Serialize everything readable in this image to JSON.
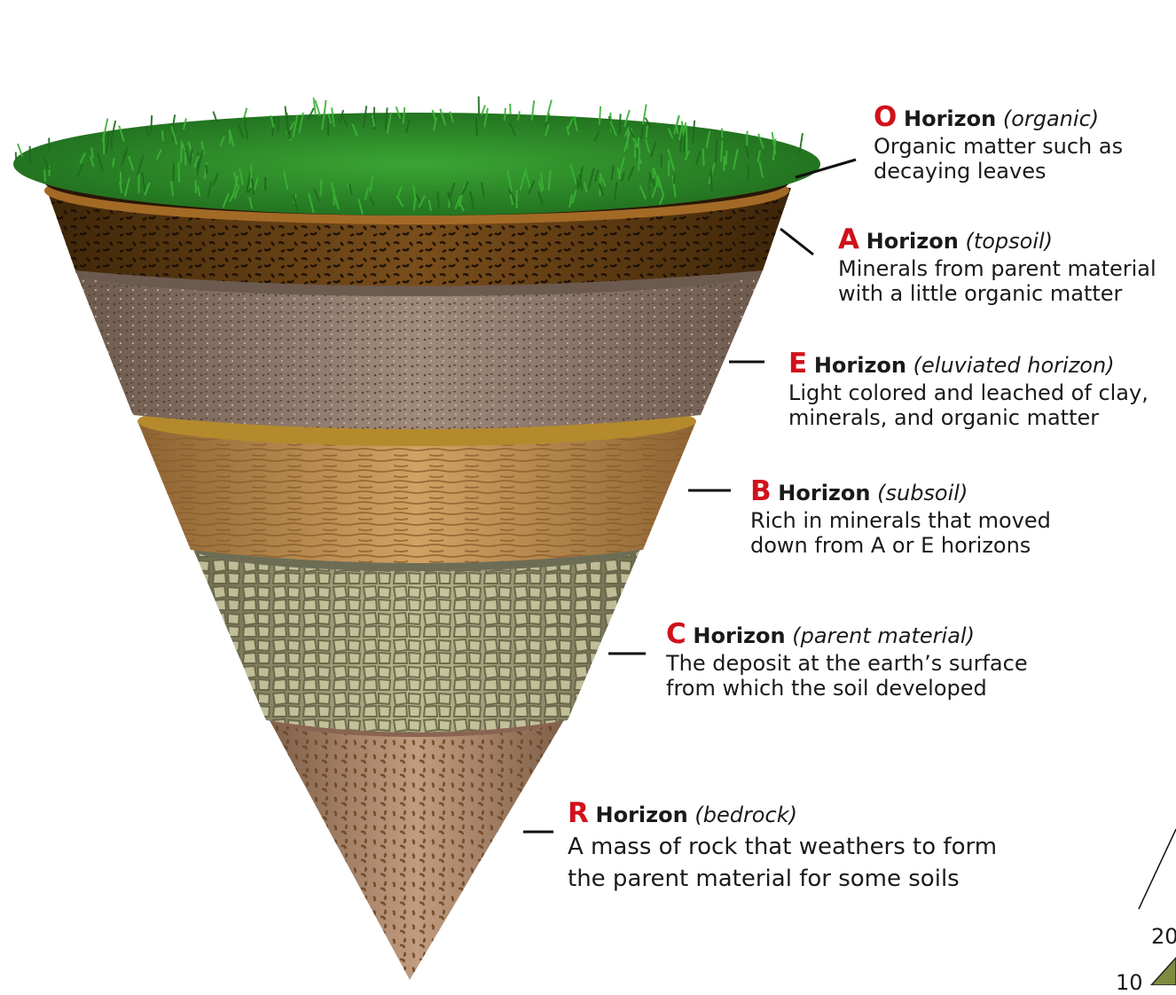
{
  "horizons": [
    {
      "letter": "O",
      "word": "Horizon",
      "type": "(organic)",
      "lines": [
        "Organic matter such as",
        "decaying leaves"
      ]
    },
    {
      "letter": "A",
      "word": "Horizon",
      "type": "(topsoil)",
      "lines": [
        "Minerals from parent material",
        "with a little organic matter"
      ]
    },
    {
      "letter": "E",
      "word": "Horizon",
      "type": "(eluviated horizon)",
      "lines": [
        "Light colored and leached of clay,",
        "minerals, and organic matter"
      ]
    },
    {
      "letter": "B",
      "word": "Horizon",
      "type": "(subsoil)",
      "lines": [
        "Rich in minerals that moved",
        "down from A or E horizons"
      ]
    },
    {
      "letter": "C",
      "word": "Horizon",
      "type": "(parent material)",
      "lines": [
        "The deposit at the earth’s surface",
        "from which the soil developed"
      ]
    },
    {
      "letter": "R",
      "word": "Horizon",
      "type": "(bedrock)",
      "lines": [
        "A mass of rock that weathers to form",
        "the parent material for some soils"
      ]
    }
  ],
  "corner_fragment": {
    "num_a": "20",
    "num_b": "10"
  },
  "colors": {
    "letter": "#d0121b",
    "grass": "#2f8f2a",
    "o_band": "#5a3412",
    "a_layer": "#6b4416",
    "e_layer": "#8c7466",
    "b_layer": "#b98948",
    "c_layer": "#9b9a75",
    "r_layer": "#a47e63"
  }
}
